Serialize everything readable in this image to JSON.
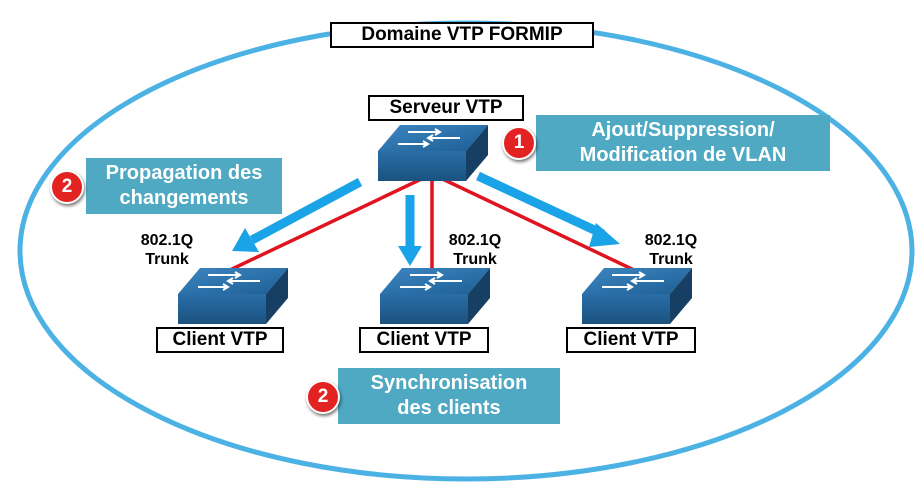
{
  "domain_label": "Domaine VTP FORMIP",
  "server": {
    "label": "Serveur VTP"
  },
  "clients": [
    {
      "label": "Client VTP"
    },
    {
      "label": "Client VTP"
    },
    {
      "label": "Client VTP"
    }
  ],
  "trunks": [
    {
      "line1": "802.1Q",
      "line2": "Trunk"
    },
    {
      "line1": "802.1Q",
      "line2": "Trunk"
    },
    {
      "line1": "802.1Q",
      "line2": "Trunk"
    }
  ],
  "callouts": {
    "modification": {
      "number": "1",
      "line1": "Ajout/Suppression/",
      "line2": "Modification de VLAN"
    },
    "propagation": {
      "number": "2",
      "line1": "Propagation des",
      "line2": "changements"
    },
    "synchronisation": {
      "number": "2",
      "line1": "Synchronisation",
      "line2": "des clients"
    }
  },
  "colors": {
    "domain_ellipse": "#4cb2e4",
    "arrows": "#1aa3e6",
    "trunk_links": "#e0141e",
    "callout_fill": "#4fa9c2",
    "badge": "#e32222",
    "switch_top": "#1d5f94",
    "switch_front": "#2a6ea8"
  },
  "icons": {
    "switch": "layer2-switch-icon",
    "badge": "numbered-step-badge"
  }
}
